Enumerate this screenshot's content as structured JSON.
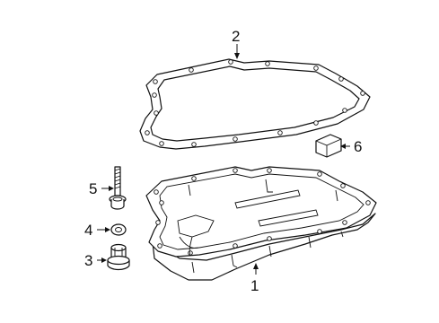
{
  "callouts": {
    "c1": "1",
    "c2": "2",
    "c3": "3",
    "c4": "4",
    "c5": "5",
    "c6": "6"
  },
  "parts": [
    {
      "ref": "1",
      "name": "oil-pan"
    },
    {
      "ref": "2",
      "name": "pan-gasket"
    },
    {
      "ref": "3",
      "name": "drain-plug"
    },
    {
      "ref": "4",
      "name": "drain-plug-washer"
    },
    {
      "ref": "5",
      "name": "pan-bolt"
    },
    {
      "ref": "6",
      "name": "magnet"
    }
  ]
}
